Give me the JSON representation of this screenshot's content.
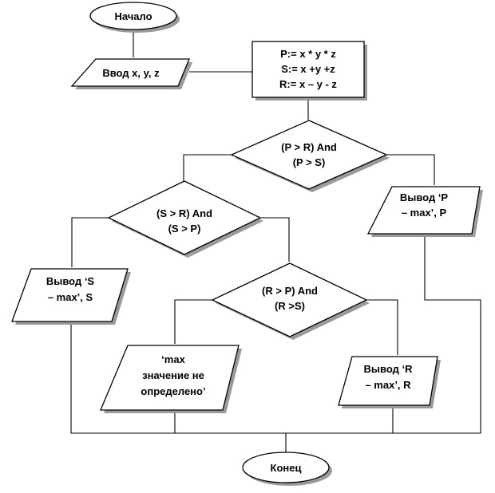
{
  "flowchart": {
    "start": "Начало",
    "input": "Ввод x, y, z",
    "compute": [
      "P:= x * y * z",
      "S:= x +y +z",
      "R:= x – y - z"
    ],
    "cond_p": [
      "(P > R) And",
      "(P >  S)"
    ],
    "out_p": [
      "Вывод  ‘P",
      "– max’, P"
    ],
    "cond_s": [
      "(S > R) And",
      "(S >  P)"
    ],
    "out_s": [
      "Вывод  ‘S",
      "– max’, S"
    ],
    "cond_r": [
      "(R > P) And",
      "(R >S)"
    ],
    "out_undefined": [
      "‘max",
      "значение   не",
      "определено’"
    ],
    "out_r": [
      "Вывод  ‘R",
      "– max’, R"
    ],
    "end": "Конец"
  }
}
